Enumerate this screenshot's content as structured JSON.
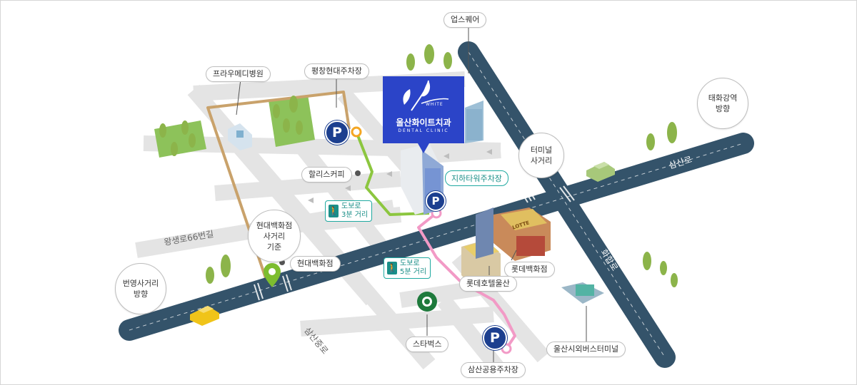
{
  "clinic": {
    "name": "울산화이트치과",
    "english": "DENTAL CLINIC",
    "small_text": "WHITE"
  },
  "places": {
    "ups_square": "업스퀘어",
    "pyeongchang_parking": "평창현대주차장",
    "fraumedi": "프라우메디병원",
    "taehwa": "태화강역\n방향",
    "terminal_intersection": "터미널\n사거리",
    "hollys": "할리스커피",
    "underground_parking": "지하타워주차장",
    "hyundai_intersection": "현대백화점\n사거리\n기준",
    "hyundai_dept": "현대백화점",
    "beonyeong": "번영사거리\n방향",
    "lotte_dept": "롯데백화점",
    "lotte_hotel": "롯데호텔울산",
    "starbucks": "스타벅스",
    "samsan_parking": "삼산공용주차장",
    "bus_terminal": "울산시외버스터미널"
  },
  "walk_tags": {
    "walk3": "도보로\n3분 거리",
    "walk5": "도보로\n5분 거리"
  },
  "roads": {
    "samsan_ro_east": "삼산로",
    "hwahap_ro": "화합로",
    "wangsaeng_ro": "왕생로66번길",
    "samsan_jung_ro": "삼산중로"
  },
  "parking_symbol": "P",
  "lotte_sign": "LOTTE",
  "colors": {
    "road": "#34536a",
    "street": "#e6e6e6",
    "walk_green": "#8cc63f",
    "walk_pink": "#f29ac6",
    "route_brown": "#c9a26b",
    "clinic_blue": "#2b44c8",
    "parking_blue": "#1c3f8f"
  }
}
